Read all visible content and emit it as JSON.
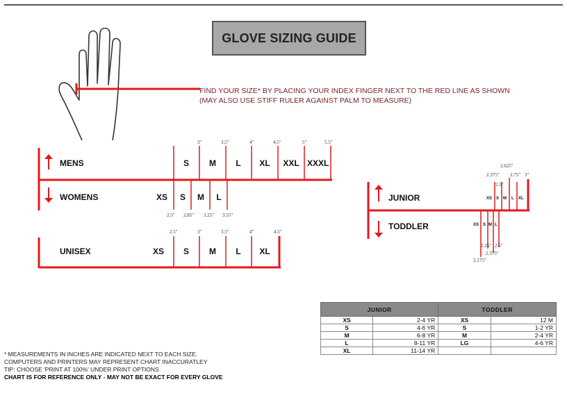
{
  "title": "GLOVE SIZING GUIDE",
  "instructions": {
    "line1": "FIND YOUR SIZE* BY PLACING YOUR INDEX FINGER NEXT TO THE RED LINE AS SHOWN",
    "line2": "(MAY ALSO USE STIFF RULER AGAINST PALM TO MEASURE)"
  },
  "mens": {
    "label": "MENS",
    "sizes": [
      "S",
      "M",
      "L",
      "XL",
      "XXL",
      "XXXL"
    ],
    "measurements": [
      "3\"",
      "3.5\"",
      "4\"",
      "4.5\"",
      "5\"",
      "5.5\""
    ]
  },
  "womens": {
    "label": "WOMENS",
    "sizes": [
      "XS",
      "S",
      "M",
      "L"
    ],
    "measurements": [
      "2.5\"",
      "2.85\"",
      "3.25\"",
      "3.55\""
    ]
  },
  "unisex": {
    "label": "UNISEX",
    "sizes": [
      "XS",
      "S",
      "M",
      "L",
      "XL"
    ],
    "measurements": [
      "2.5\"",
      "3\"",
      "3.5\"",
      "4\"",
      "4.5\""
    ]
  },
  "junior": {
    "label": "JUNIOR",
    "sizes": [
      "XS",
      "S",
      "M",
      "L",
      "XL"
    ],
    "measurements": [
      "2.375\"",
      "2.5\"",
      "2.625\"",
      "2.75\"",
      "3\""
    ]
  },
  "toddler": {
    "label": "TODDLER",
    "sizes": [
      "XS",
      "S",
      "M",
      "L"
    ],
    "measurements": [
      "2.175\"",
      "2.25\"",
      "2.375\"",
      "2.5\""
    ]
  },
  "table": {
    "junior_header": "JUNIOR",
    "toddler_header": "TODDLER",
    "rows": [
      {
        "jk": "XS",
        "jv": "2-4 YR",
        "tk": "XS",
        "tv": "12 M"
      },
      {
        "jk": "S",
        "jv": "4-6 YR",
        "tk": "S",
        "tv": "1-2 YR"
      },
      {
        "jk": "M",
        "jv": "6-8 YR",
        "tk": "M",
        "tv": "2-4 YR"
      },
      {
        "jk": "L",
        "jv": "8-11 YR",
        "tk": "LG",
        "tv": "4-6 YR"
      },
      {
        "jk": "XL",
        "jv": "11-14 YR",
        "tk": "",
        "tv": ""
      }
    ]
  },
  "notes": {
    "line1": "* MEASUREMENTS IN INCHES ARE INDICATED NEXT TO EACH SIZE.",
    "line2": "COMPUTERS AND PRINTERS MAY REPRESENT CHART INACCURATLEY",
    "line3": "TIP: CHOOSE 'PRINT AT 100%' UNDER PRINT OPTIONS",
    "line4": "CHART IS FOR REFERENCE ONLY - MAY NOT BE EXACT FOR EVERY GLOVE"
  },
  "colors": {
    "accent": "#e3191b",
    "header_gray": "#a8a8a8",
    "text": "#111111"
  }
}
